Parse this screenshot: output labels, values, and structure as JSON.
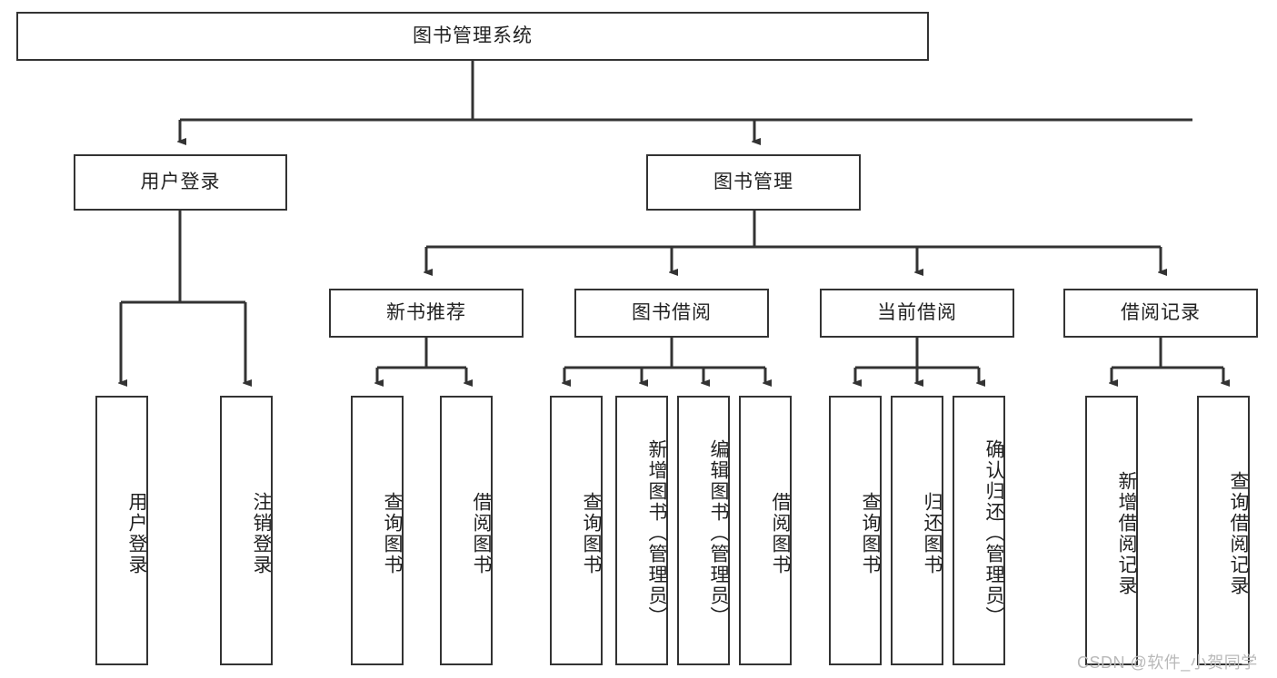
{
  "diagram": {
    "title": "图书管理系统",
    "root": {
      "label": "图书管理系统"
    },
    "level1": [
      {
        "label": "用户登录"
      },
      {
        "label": "图书管理"
      }
    ],
    "level2": [
      {
        "label": "新书推荐"
      },
      {
        "label": "图书借阅"
      },
      {
        "label": "当前借阅"
      },
      {
        "label": "借阅记录"
      }
    ],
    "leaves_user_login": [
      {
        "label": "用户登录"
      },
      {
        "label": "注销登录"
      }
    ],
    "leaves_new_books": [
      {
        "label": "查询图书"
      },
      {
        "label": "借阅图书"
      }
    ],
    "leaves_borrow": [
      {
        "label": "查询图书"
      },
      {
        "label": "新增图书（管理员）"
      },
      {
        "label": "编辑图书（管理员）"
      },
      {
        "label": "借阅图书"
      }
    ],
    "leaves_current": [
      {
        "label": "查询图书"
      },
      {
        "label": "归还图书"
      },
      {
        "label": "确认归还（管理员）"
      }
    ],
    "leaves_records": [
      {
        "label": "新增借阅记录"
      },
      {
        "label": "查询借阅记录"
      }
    ],
    "watermark": "CSDN @软件_小贺同学",
    "colors": {
      "stroke": "#333333",
      "background": "#ffffff",
      "text": "#222222",
      "watermark": "#b9b9b9"
    }
  }
}
